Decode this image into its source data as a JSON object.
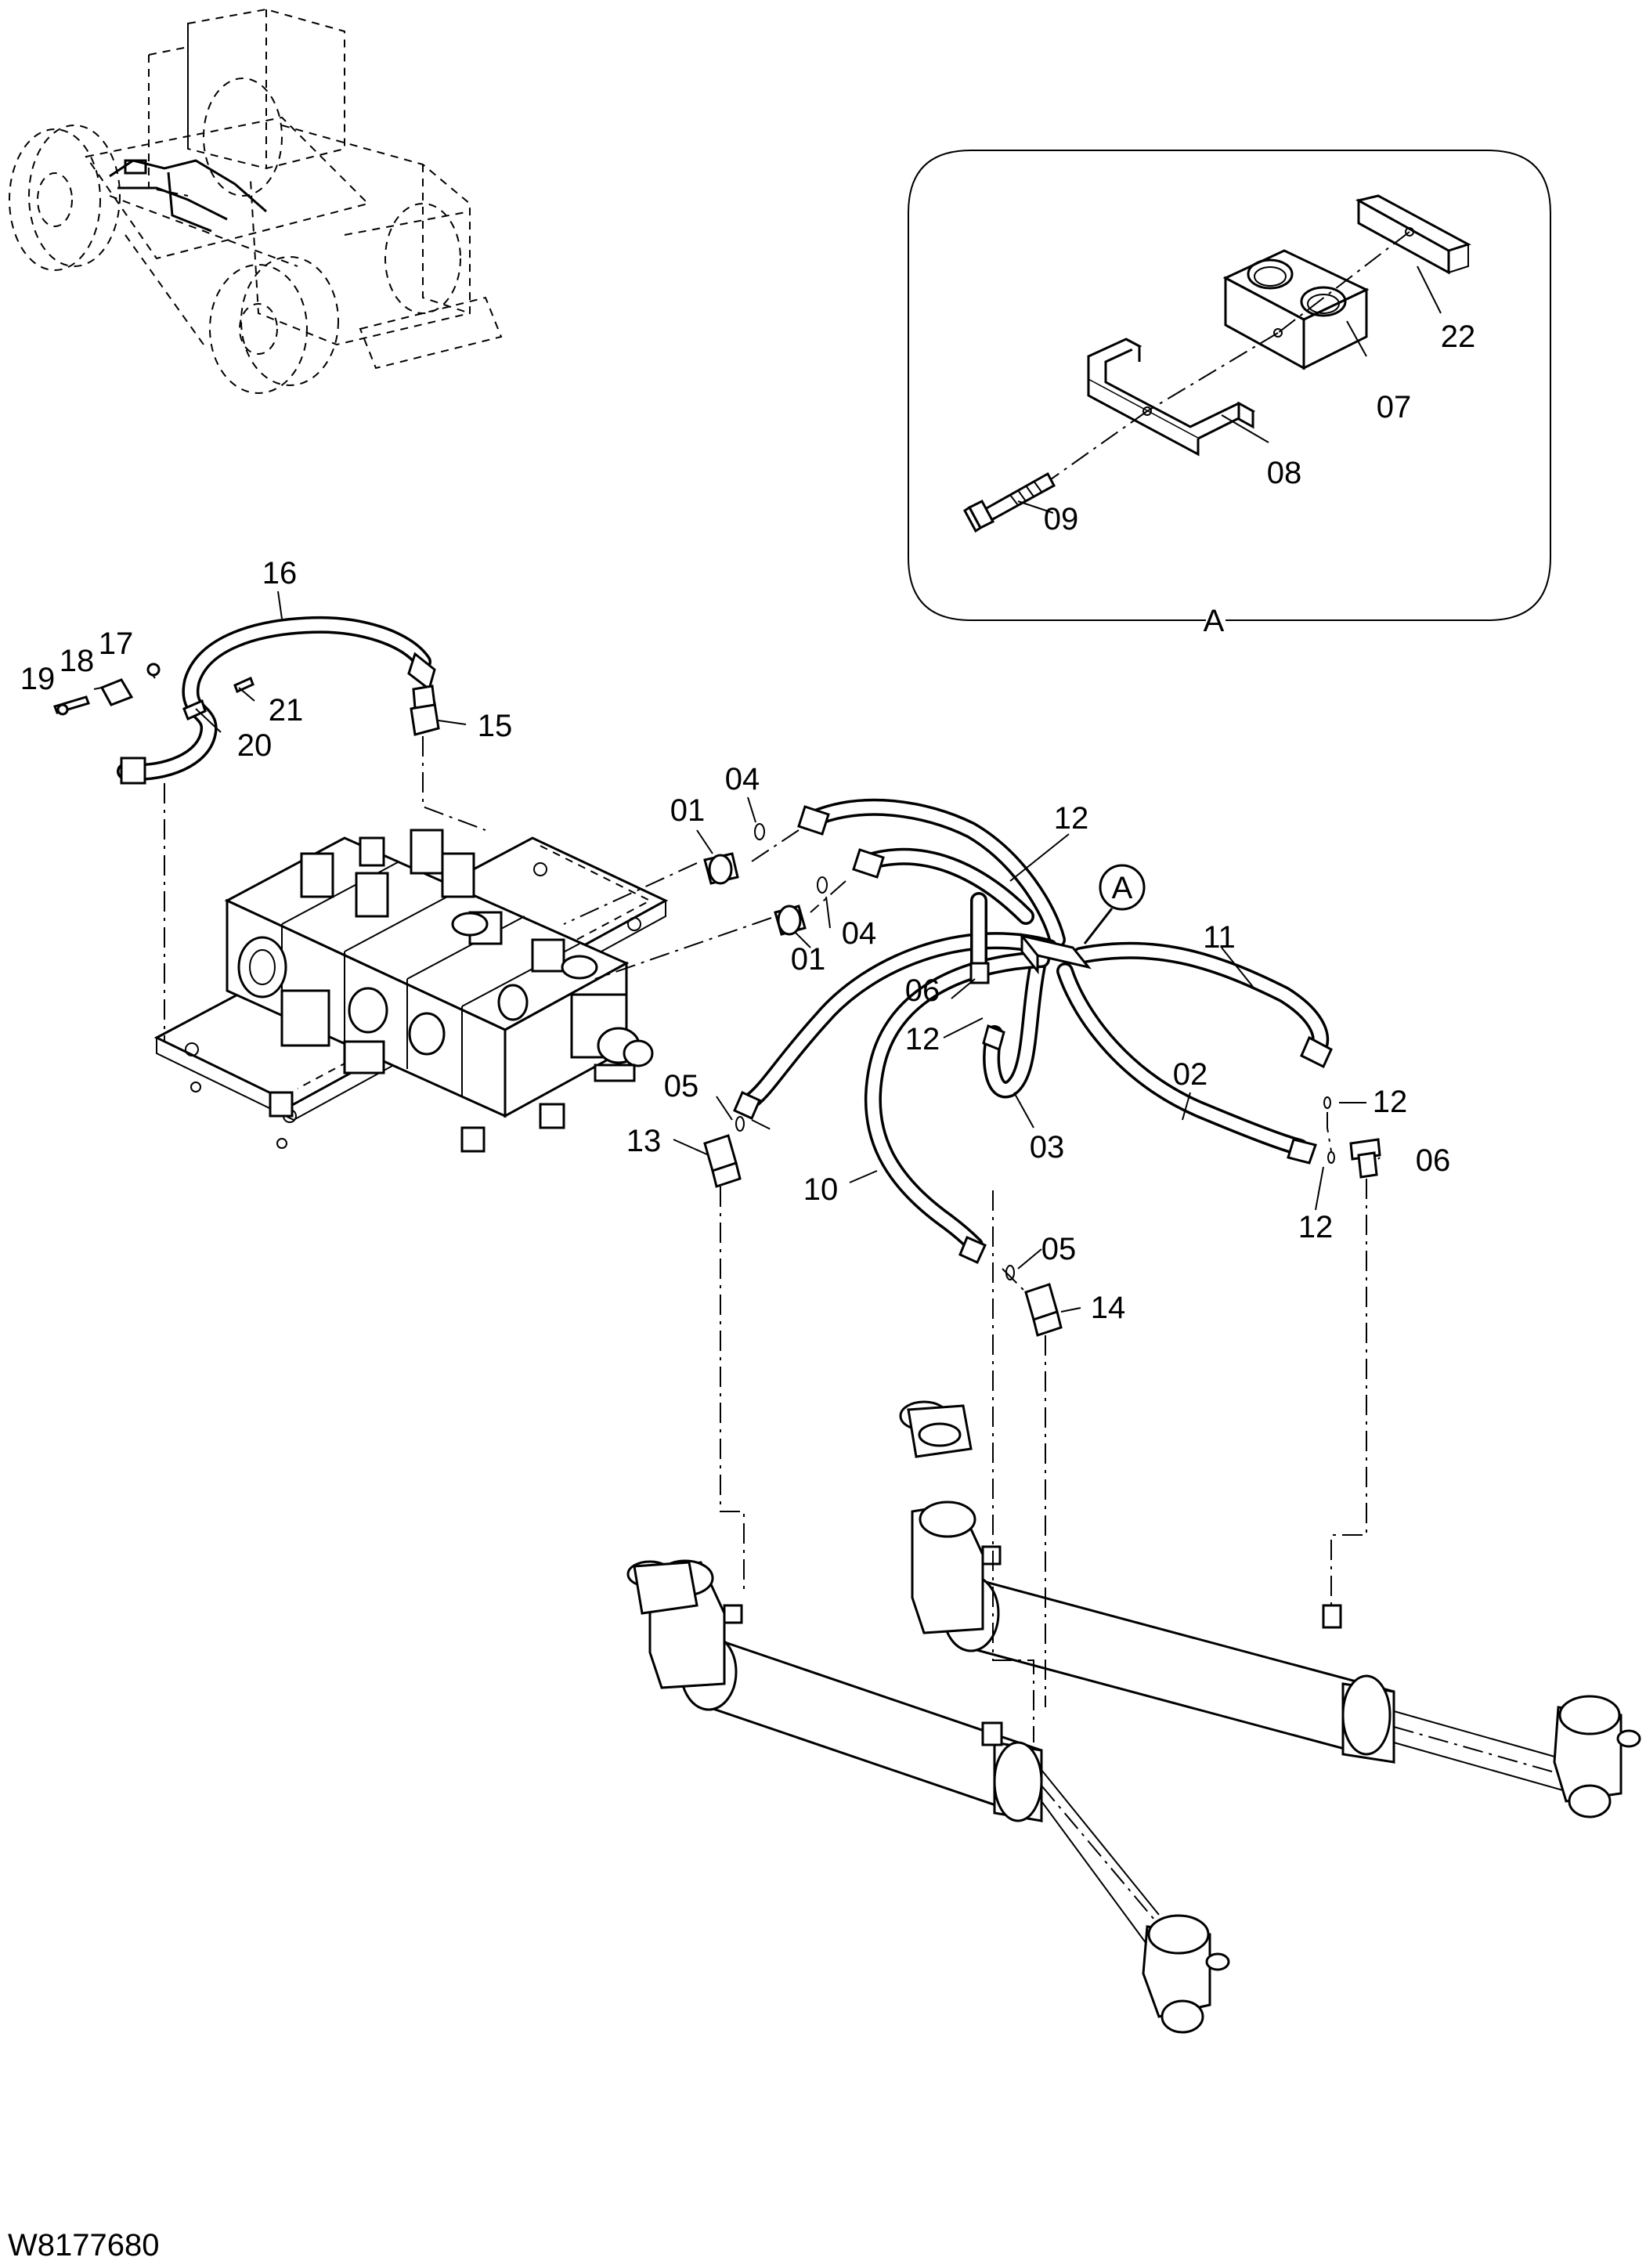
{
  "drawing_number": "W8177680",
  "detail": {
    "title": "A",
    "callout": "A",
    "parts": [
      {
        "id": "p22",
        "label": "22"
      },
      {
        "id": "p07",
        "label": "07"
      },
      {
        "id": "p08",
        "label": "08"
      },
      {
        "id": "p09",
        "label": "09"
      }
    ]
  },
  "callouts": [
    {
      "key": "c16",
      "label": "16"
    },
    {
      "key": "c17",
      "label": "17"
    },
    {
      "key": "c18",
      "label": "18"
    },
    {
      "key": "c19",
      "label": "19"
    },
    {
      "key": "c21",
      "label": "21"
    },
    {
      "key": "c20",
      "label": "20"
    },
    {
      "key": "c15",
      "label": "15"
    },
    {
      "key": "c01a",
      "label": "01"
    },
    {
      "key": "c04a",
      "label": "04"
    },
    {
      "key": "c04b",
      "label": "04"
    },
    {
      "key": "c01b",
      "label": "01"
    },
    {
      "key": "c12a",
      "label": "12"
    },
    {
      "key": "c11",
      "label": "11"
    },
    {
      "key": "c06a",
      "label": "06"
    },
    {
      "key": "c12b",
      "label": "12"
    },
    {
      "key": "c05a",
      "label": "05"
    },
    {
      "key": "c13",
      "label": "13"
    },
    {
      "key": "c02",
      "label": "02"
    },
    {
      "key": "c03",
      "label": "03"
    },
    {
      "key": "c12c",
      "label": "12"
    },
    {
      "key": "c06b",
      "label": "06"
    },
    {
      "key": "c12d",
      "label": "12"
    },
    {
      "key": "c10",
      "label": "10"
    },
    {
      "key": "c05b",
      "label": "05"
    },
    {
      "key": "c14",
      "label": "14"
    }
  ]
}
